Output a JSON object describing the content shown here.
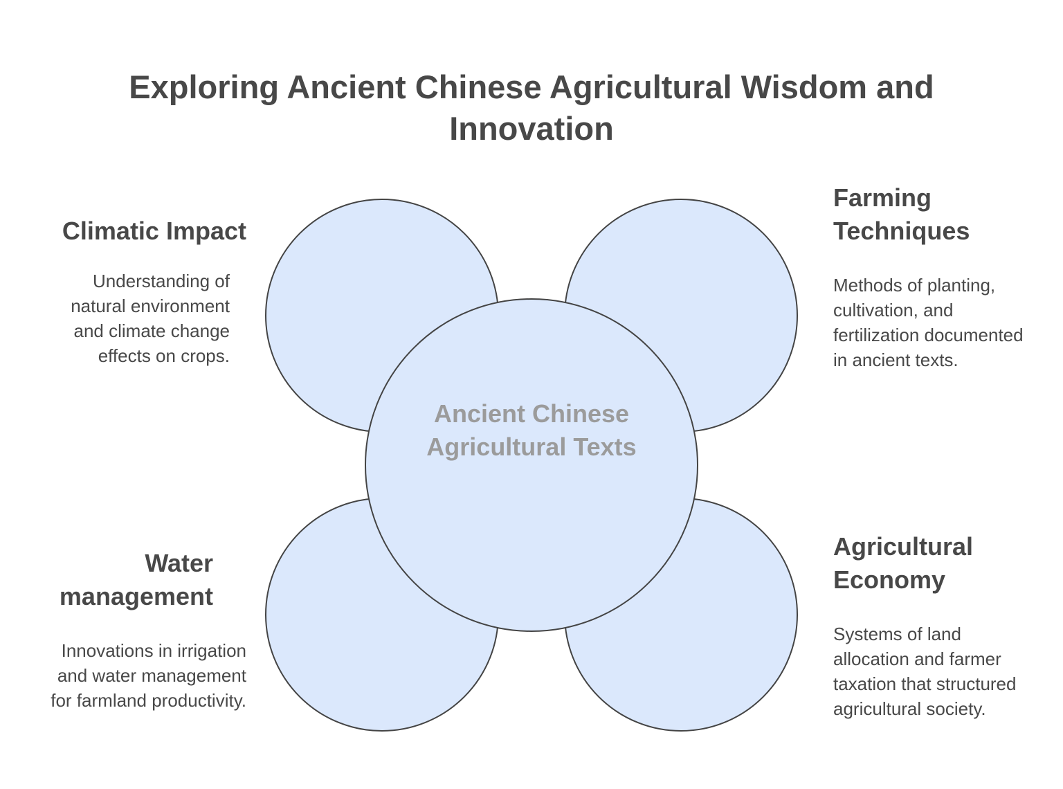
{
  "diagram": {
    "title": "Exploring Ancient Chinese Agricultural Wisdom and Innovation",
    "center_label": "Ancient Chinese Agricultural Texts",
    "colors": {
      "circle_fill": "#dbe8fc",
      "circle_stroke": "#444444",
      "heading_text": "#484848",
      "center_text": "#9b9b9b"
    },
    "topics": [
      {
        "heading": "Climatic Impact",
        "description": "Understanding of natural environment and climate change effects on crops."
      },
      {
        "heading": "Farming Techniques",
        "description": "Methods of planting, cultivation, and fertilization documented in ancient texts."
      },
      {
        "heading": "Water management",
        "description": "Innovations in irrigation and water management for farmland productivity."
      },
      {
        "heading": "Agricultural Economy",
        "description": "Systems of land allocation and farmer taxation that structured agricultural society."
      }
    ]
  }
}
